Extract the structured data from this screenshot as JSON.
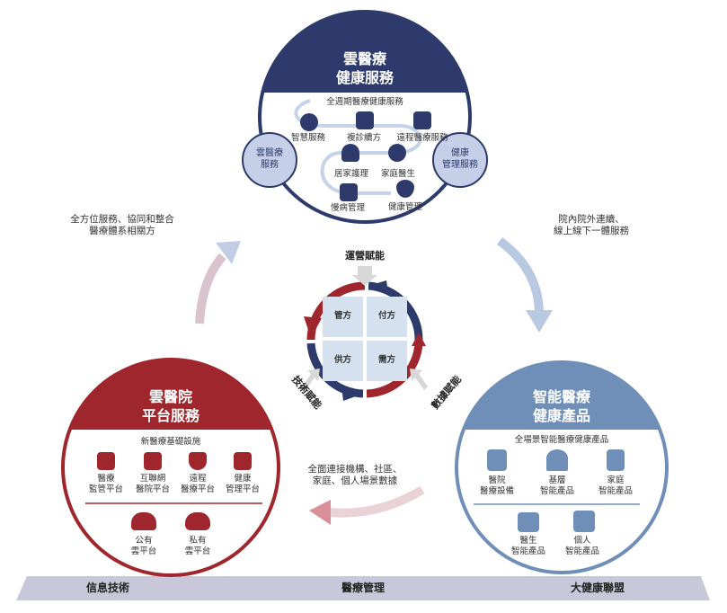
{
  "top": {
    "title_l1": "雲醫療",
    "title_l2": "健康服務",
    "subtitle": "全週期醫療健康服務",
    "items": [
      "智慧服務",
      "複診續方",
      "遠程醫療服務",
      "居家護理",
      "家庭醫生",
      "慢病管理",
      "健康管理"
    ],
    "left_badge": [
      "雲醫療",
      "服務"
    ],
    "right_badge": [
      "健康",
      "管理服務"
    ]
  },
  "left": {
    "title_l1": "雲醫院",
    "title_l2": "平台服務",
    "subtitle": "新醫療基礎設施",
    "items": [
      [
        "醫療",
        "監管平台"
      ],
      [
        "互聯網",
        "醫院平台"
      ],
      [
        "遠程",
        "醫療平台"
      ],
      [
        "健康",
        "管理平台"
      ],
      [
        "公有",
        "雲平台"
      ],
      [
        "私有",
        "雲平台"
      ]
    ]
  },
  "right": {
    "title_l1": "智能醫療",
    "title_l2": "健康產品",
    "subtitle": "全場景智能醫療健康產品",
    "items": [
      [
        "醫院",
        "醫療設備"
      ],
      [
        "基層",
        "智能產品"
      ],
      [
        "家庭",
        "智能產品"
      ],
      [
        "醫生",
        "智能產品"
      ],
      [
        "個人",
        "智能產品"
      ]
    ]
  },
  "center": {
    "quadrants": [
      "管方",
      "付方",
      "供方",
      "需方"
    ],
    "top_label": "運營賦能",
    "left_label": "技術賦能",
    "right_label": "數據賦能"
  },
  "annotations": {
    "left": [
      "全方位服務、協同和整合",
      "醫療體系相關方"
    ],
    "right": [
      "院內院外連續、",
      "線上線下一體服務"
    ],
    "bottom": [
      "全面連接機構、社區、",
      "家庭、個人場景數據"
    ]
  },
  "footer": [
    "信息技術",
    "醫療管理",
    "大健康聯盟"
  ],
  "colors": {
    "navy": "#2d3a6b",
    "red": "#a0262e",
    "blue": "#6f8fb8",
    "light": "#d6e1ef"
  }
}
